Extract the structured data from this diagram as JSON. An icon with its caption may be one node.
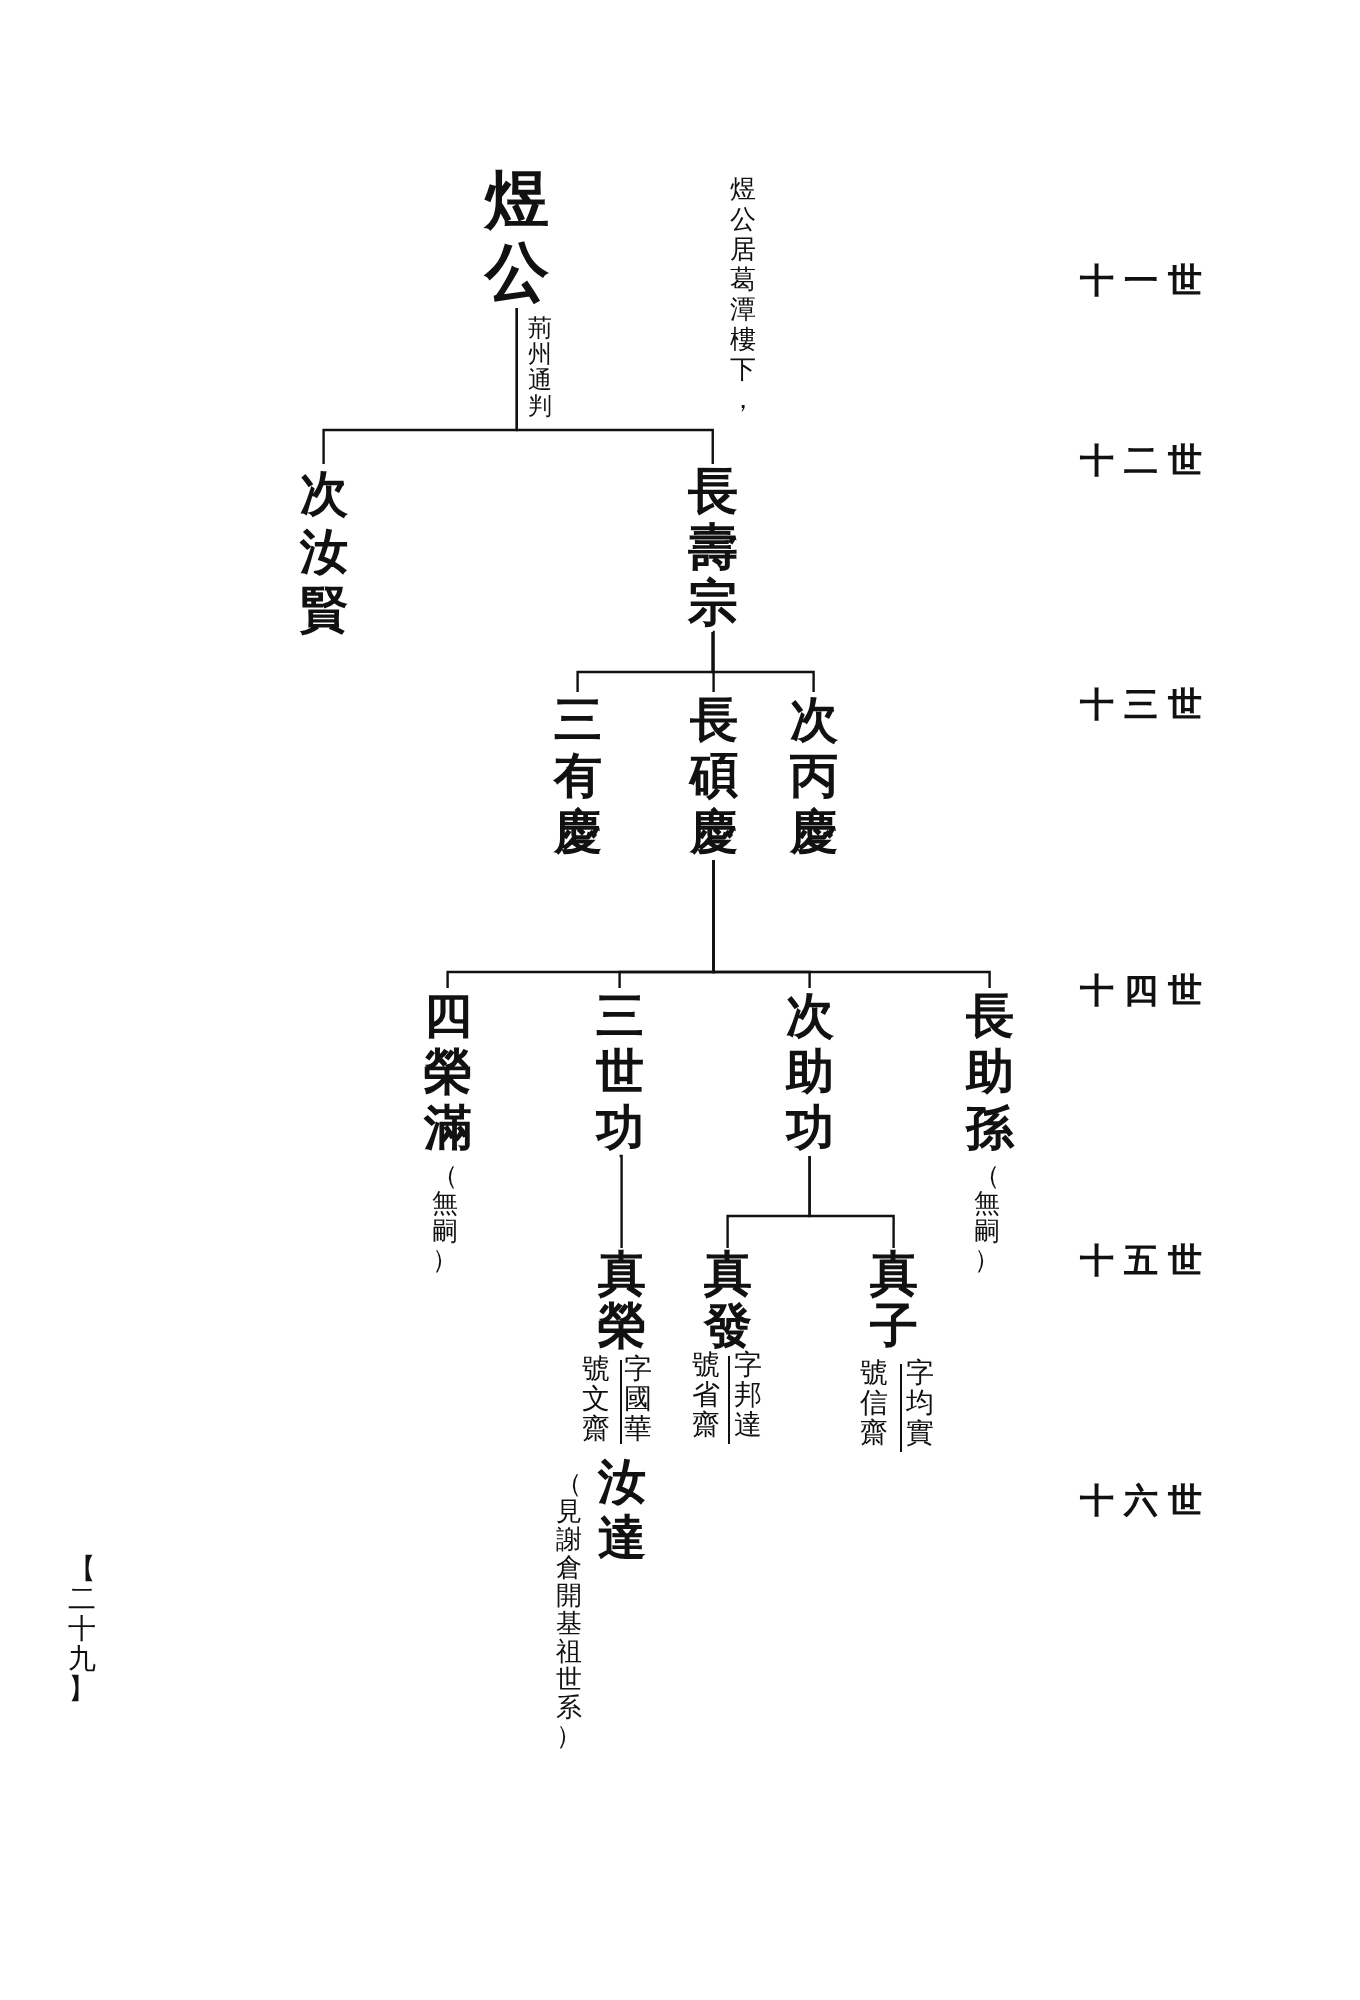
{
  "diagram": {
    "nodes": [
      {
        "text": [
          "煜公"
        ],
        "beside": [
          "煜公居葛潭樓下，"
        ]
      },
      {
        "text": [
          "次汝賢"
        ]
      },
      {
        "text": [
          "長壽宗"
        ]
      },
      {
        "text": [
          "三有慶"
        ]
      },
      {
        "text": [
          "長碩慶"
        ]
      },
      {
        "text": [
          "次丙慶"
        ]
      },
      {
        "text": [
          "四榮滿"
        ],
        "beside": [
          "（無嗣）"
        ]
      },
      {
        "text": [
          "三世功"
        ]
      },
      {
        "text": [
          "次助功"
        ]
      },
      {
        "text": [
          "長助孫"
        ],
        "beside": [
          "（無嗣）"
        ]
      },
      {
        "text": [
          "真榮",
          "汝達"
        ],
        "beside": [
          "字國華",
          "號文齋",
          "（見謝倉開基祖世系）"
        ]
      },
      {
        "text": [
          "真發"
        ],
        "beside": [
          "字邦達",
          "號省齋"
        ]
      },
      {
        "text": [
          "真子"
        ],
        "beside": [
          "字均實",
          "號信齋"
        ]
      }
    ],
    "edges": [
      {
        "from": 0,
        "to": 1,
        "arrow": "none"
      },
      {
        "from": 0,
        "to": 2,
        "arrow": "none"
      },
      {
        "from": 2,
        "to": 3,
        "arrow": "none"
      },
      {
        "from": 2,
        "to": 4,
        "arrow": "none"
      },
      {
        "from": 2,
        "to": 5,
        "arrow": "none"
      },
      {
        "from": 4,
        "to": 6,
        "arrow": "none"
      },
      {
        "from": 4,
        "to": 7,
        "arrow": "none"
      },
      {
        "from": 4,
        "to": 8,
        "arrow": "none"
      },
      {
        "from": 4,
        "to": 9,
        "arrow": "none"
      },
      {
        "from": 7,
        "to": 10,
        "arrow": "none"
      },
      {
        "from": 8,
        "to": 11,
        "arrow": "none"
      },
      {
        "from": 8,
        "to": 12,
        "arrow": "none"
      }
    ],
    "labels": [
      "荊州通判",
      "十一世",
      "十二世",
      "十三世",
      "十四世",
      "十五世",
      "十六世",
      "【二十九】"
    ]
  }
}
